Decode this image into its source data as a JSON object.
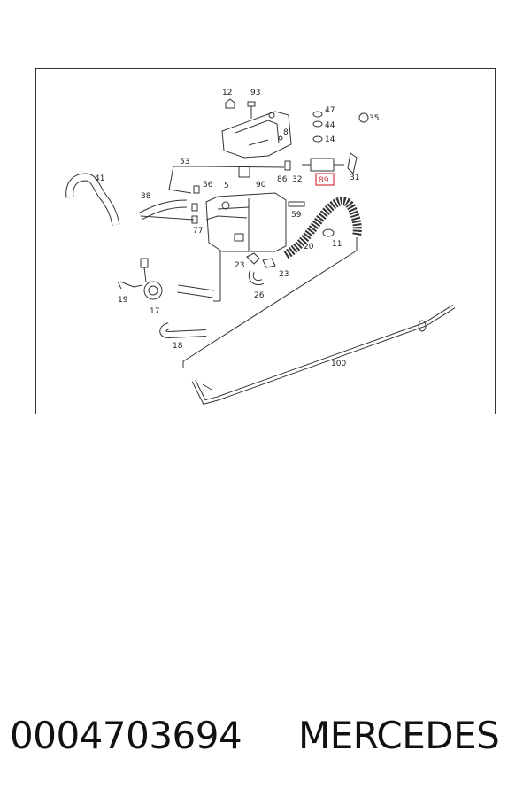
{
  "diagram": {
    "callouts": [
      "12",
      "93",
      "47",
      "44",
      "14",
      "35",
      "8",
      "53",
      "86",
      "32",
      "89",
      "31",
      "41",
      "56",
      "5",
      "90",
      "38",
      "59",
      "77",
      "20",
      "11",
      "23",
      "23",
      "26",
      "19",
      "17",
      "18",
      "100"
    ],
    "highlighted_callout": "89",
    "highlight_color": "#d9333f"
  },
  "footer": {
    "part_number": "0004703694",
    "brand": "MERCEDES"
  }
}
